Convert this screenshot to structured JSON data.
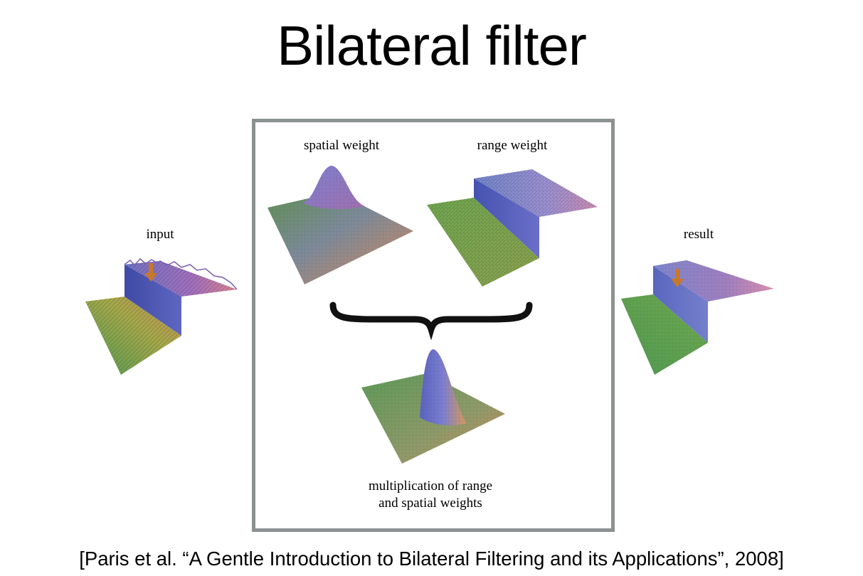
{
  "title": "Bilateral filter",
  "labels": {
    "input": "input",
    "spatial_weight": "spatial weight",
    "range_weight": "range weight",
    "result": "result",
    "multiplication_line1": "multiplication of range",
    "multiplication_line2": "and spatial weights"
  },
  "citation": "[Paris et al. “A Gentle Introduction to Bilateral Filtering and its Applications”, 2008]",
  "colors": {
    "frame_border": "#8c9192",
    "arrow": "#c8782a",
    "brace": "#111111",
    "surface_green": "#6fa84e",
    "surface_purple": "#8a6fc8",
    "surface_orange": "#d08a55"
  }
}
